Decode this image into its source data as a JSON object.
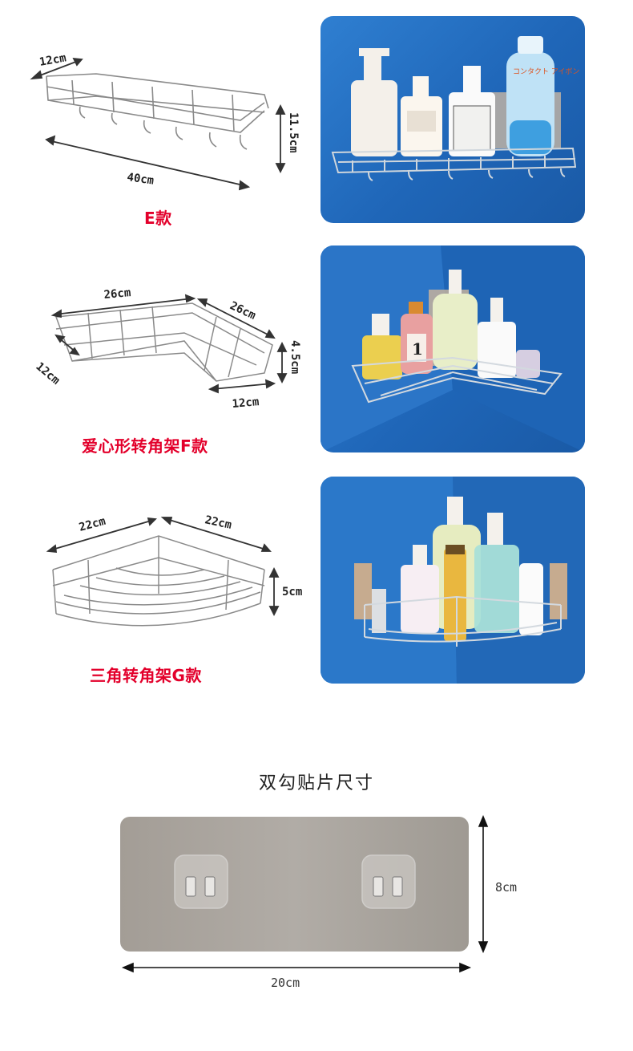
{
  "products": [
    {
      "caption": "E款",
      "dims": {
        "width": "40cm",
        "depth": "12cm",
        "height": "11.5cm"
      },
      "photo": {
        "bottle_label": "コンタクト アイボン"
      }
    },
    {
      "caption": "爱心形转角架F款",
      "dims": {
        "side_a": "26cm",
        "side_b": "26cm",
        "inner_a": "12cm",
        "inner_b": "12cm",
        "height": "4.5cm"
      },
      "photo": {
        "bottle_label": "1"
      }
    },
    {
      "caption": "三角转角架G款",
      "dims": {
        "side_a": "22cm",
        "side_b": "22cm",
        "height": "5cm"
      },
      "photo": {}
    }
  ],
  "sticker": {
    "title": "双勾贴片尺寸",
    "width": "20cm",
    "height": "8cm"
  },
  "colors": {
    "caption_red": "#e3002b",
    "photo_blue": "#2a74c6",
    "sticker_grey": "#a9a59f"
  }
}
